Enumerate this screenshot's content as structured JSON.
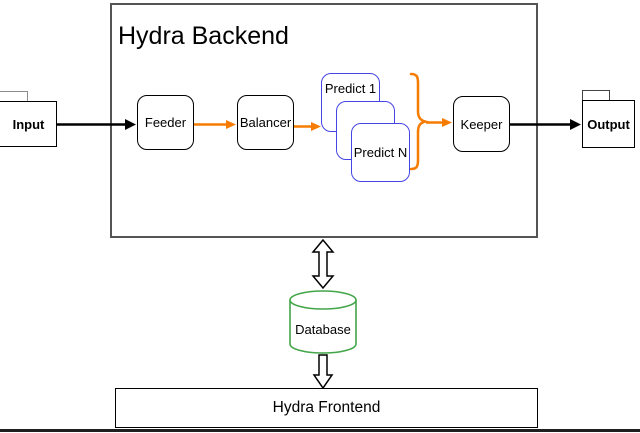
{
  "colors": {
    "orange": "#F57C00",
    "blue": "#4545E6",
    "green": "#42A548",
    "container_border": "#555555",
    "black": "#000000"
  },
  "backend": {
    "title": "Hydra Backend",
    "feeder": "Feeder",
    "balancer": "Balancer",
    "predict_first": "Predict 1",
    "predict_last": "Predict N",
    "keeper": "Keeper"
  },
  "io": {
    "input_label": "Input",
    "output_label": "Output"
  },
  "database": {
    "label": "Database"
  },
  "frontend": {
    "title": "Hydra Frontend"
  }
}
